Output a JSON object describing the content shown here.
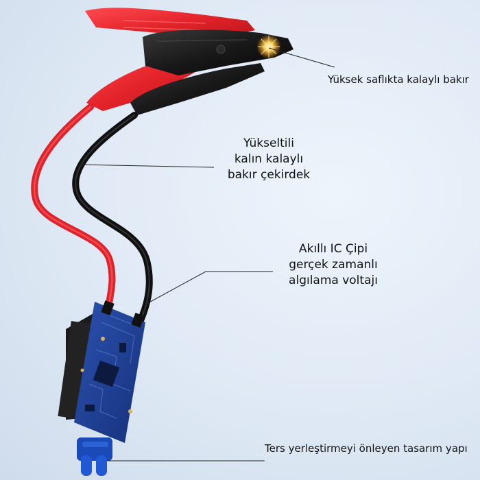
{
  "callouts": [
    {
      "lines": [
        "Yüksek saflıkta kalaylı bakır"
      ]
    },
    {
      "lines": [
        "Yükseltili",
        "kalın kalaylı",
        "bakır çekirdek"
      ]
    },
    {
      "lines": [
        "Akıllı IC Çipi",
        "gerçek zamanlı",
        "algılama voltajı"
      ]
    },
    {
      "lines": [
        "Ters yerleştirmeyi önleyen tasarım yapı"
      ]
    }
  ],
  "colors": {
    "background": "#dfe9f5",
    "red_clamp": "#e8242a",
    "black_clamp": "#151515",
    "red_cable": "#e0232b",
    "black_cable": "#101010",
    "pcb": "#1f3f93",
    "connector": "#1a49b8",
    "spark": "#ffb000"
  }
}
